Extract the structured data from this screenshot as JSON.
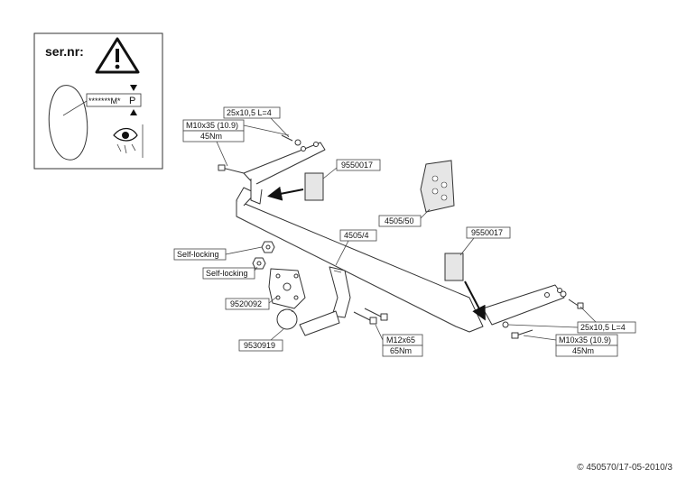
{
  "warning_panel": {
    "serial_label": "ser.nr:",
    "plate_stars": "*******M*",
    "plate_letter": "P",
    "warning_icon": "warning-triangle-icon",
    "eye_icon": "eye-icon"
  },
  "labels": {
    "bolt_top_left": "25x10,5 L=4",
    "bolt_top_left_spec": "M10x35 (10.9)",
    "torque_top_left": "45Nm",
    "part_9550017_left": "9550017",
    "part_4505_50": "4505/50",
    "part_4505_4": "4505/4",
    "part_9550017_right": "9550017",
    "self_locking_1": "Self-locking",
    "self_locking_2": "Self-locking",
    "part_9520092": "9520092",
    "part_9530919": "9530919",
    "bolt_m12": "M12x65",
    "torque_m12": "65Nm",
    "bolt_right_washer": "25x10,5 L=4",
    "bolt_right_spec": "M10x35 (10.9)",
    "torque_right": "45Nm"
  },
  "footer": {
    "copyright": "© 450570/17-05-2010/3"
  }
}
